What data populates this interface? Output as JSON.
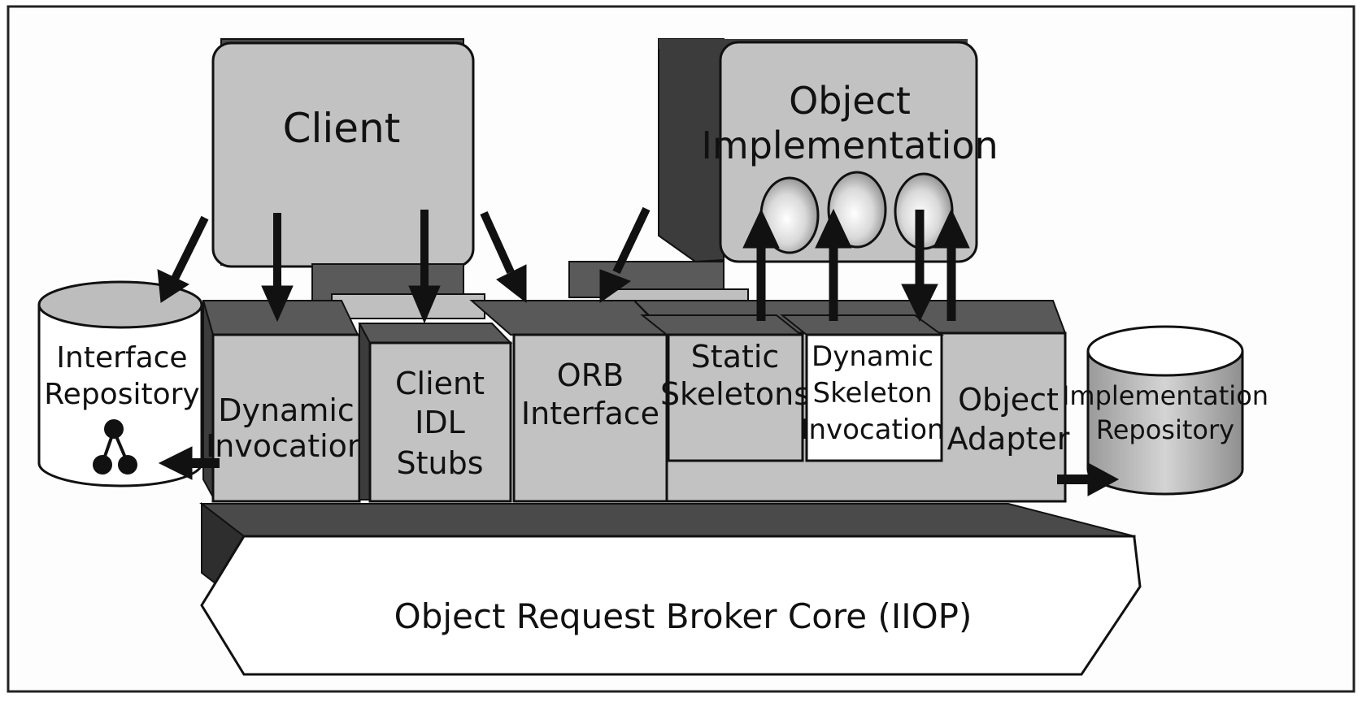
{
  "diagram": {
    "client": "Client",
    "object_implementation": [
      "Object",
      "Implementation"
    ],
    "interface_repository": [
      "Interface",
      "Repository"
    ],
    "implementation_repository": [
      "Implementation",
      "Repository"
    ],
    "dynamic_invocation": [
      "Dynamic",
      "Invocation"
    ],
    "client_idl_stubs": [
      "Client",
      "IDL",
      "Stubs"
    ],
    "orb_interface": [
      "ORB",
      "Interface"
    ],
    "static_skeletons": [
      "Static",
      "Skeletons"
    ],
    "dynamic_skeleton_invocation": [
      "Dynamic",
      "Skeleton",
      "Invocation"
    ],
    "object_adapter": [
      "Object",
      "Adapter"
    ],
    "orb_core": "Object Request Broker Core (IIOP)"
  },
  "colors": {
    "box_face": "#c2c2c2",
    "box_top": "#595959",
    "box_side": "#3c3c3c",
    "highlight_face": "#ffffff",
    "outline": "#111111"
  }
}
